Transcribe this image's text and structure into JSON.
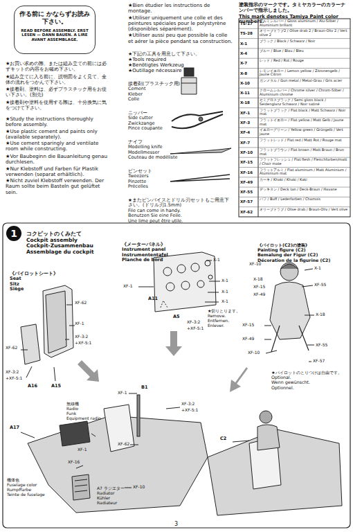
{
  "diagram": {
    "nodes": [
      {
        "text": [
          "作る前に かならずお読み下さい。",
          "READ BEFORE ASSEMBLY. ERST LESEN — DANN BAUEN. A LIRE AVANT ASSEMBLAGE."
        ]
      },
      {
        "text": [
          "1"
        ]
      }
    ],
    "labels": [
      "★お買い求めの際、または組み立ての前には必ずキットの内容をお確め下さい。",
      "★組み立てに入る前に、説明図をよく見て、全体の流れをつかんで下さい。",
      "★接着剤、塗料は、必ずプラスチック用をお使い下さい。(別売)",
      "★接着剤や塗料を使用する際は、十分換気に気をつけて下さい。",
      "★Study the instructions thoroughly before assembly.",
      "★Use plastic cement and paints only (available separately).",
      "★Use cement sparingly and ventilate room while constructing.",
      "★Vor Baubeginn die Bauanleitung genau durchlesen.",
      "★Nur Klebstoff und Farben für Plastik verwenden (separat erhältlich).",
      "★Nicht zuviel Klebstoff verwenden. Der Raum sollte beim Basteln gut gelüftet sein.",
      "★Bien étudier les instructions de montage.",
      "★Utiliser uniquement une colle et des peintures spéciales pour le polystyrène (disponibles séparément).",
      "★Utiliser aussi peu que possible la colle et aérer la pièce pendant sa construction.",
      "★下記の工具を用意して下さい。",
      "★Tools required",
      "★Benötigtes Werkzeug",
      "★Outillage nécessaire",
      "接着剤(プラスチック用)",
      "Cement",
      "Kleber",
      "Colle",
      "ニッパー",
      "Side cutter",
      "Zwickzange",
      "Pince coupante",
      "ナイフ",
      "Modelling knife",
      "Modellmesser",
      "Couteau de modéliste",
      "ピンセット",
      "Tweezers",
      "Pinzette",
      "Précelles",
      "★またピンバイスとドリル刃セットもご用意下さい。(ドリル刃1.5mm)",
      "File can come in handy.",
      "Benutzen Sie eine Feile.",
      "Une lime peut être utile.",
      "塗装指示のマークです。タミヤカラーのカラーナンバーで指示しました。",
      "This mark denotes Tamiya Paint color numbers.",
      "TS-17",
      "アルミシルバー / Gloss aluminum / Alu-Silber / Aluminium brillant",
      "TS-28",
      "オリーブドラブ2 / Olive drab 2 / Braun-Oliv 2 / Vert olive 2",
      "X-1",
      "ブラック / Black / Schwarz / Noir",
      "X-4",
      "ブルー / Blue / Blau / Bleu",
      "X-7",
      "レッド / Red / Rot / Rouge",
      "X-8",
      "レモンイエロー / Lemon yellow / Zitronengelb / Jaune Citron",
      "X-10",
      "ガンメタル / Gun metal / Metal-Grau / Gris acier",
      "X-11",
      "クロームシルバー / Chrome silver / Chrom-Silber / Aluminium chromé",
      "X-18",
      "セミグロスブラック / Semi gloss black / Seidenglanz Schwarz / Noir satiné",
      "XF-1",
      "フラットブラック / Flat black / Matt Schwarz / Noir mat",
      "XF-3",
      "フラットイエロー / Flat yellow / Matt Gelb / Jaune mat",
      "XF-4",
      "イエローグリーン / Yellow green / Grüngelb / Vert jaune",
      "XF-7",
      "フラットレッド / Flat red / Matt Rot / Rouge mat",
      "XF-10",
      "フラットブラウン / Flat brown / Matt Braun / Brun mat",
      "XF-15",
      "フラットフレッシュ / Flat flesh / Fleischfarben/matt / Chair mate",
      "XF-16",
      "フラットアルミ / Flat aluminum / Matt Aluminium / Aluminium mat",
      "XF-49",
      "カーキ / Khaki / Khaki / Kaki",
      "XF-55",
      "デッキタン / Deck tan / Deck-Braun / Havane",
      "XF-57",
      "バフ / Buff / Lederfarben / Chamois",
      "XF-62",
      "オリーブドラブ / Olive drab / Braun-Oliv / Vert olive",
      "コクピットのくみたて",
      "Cockpit assembly",
      "Cockpit-Zusammenbau",
      "Assemblage du cockpit",
      "《パイロットシート》",
      "Seat",
      "Sitz",
      "Siège",
      "《メーターパネル》",
      "Instrument panel",
      "Instrumententafel",
      "Planche de bord",
      "《パイロット(C2)の塗装》",
      "Painting figure (C2)",
      "Bemalung der Figur (C2)",
      "Décoration de la figurine (C2)",
      "XF-62",
      "XF-1",
      "XF-3:2",
      "+XF-5:1",
      "XF-62",
      "XF-3:2",
      "+XF-5:1",
      "A16",
      "A15",
      "A11",
      "A5",
      "XF-1",
      "X-1",
      "X-1",
      "X-1",
      "X-1",
      "XF-3:2",
      "+XF-5:1",
      "★切りとります。",
      "Remove.",
      "Entfernen.",
      "Enlever.",
      "XF-10",
      "X-18",
      "XF-15",
      "XF-49",
      "X-1",
      "XF-55",
      "X-18",
      "XF-15",
      "XF-49",
      "XF-10",
      "XF-55",
      "XF-57",
      "★パイロットのとりつけは自由です。",
      "Optional.",
      "Wenn gewünscht.",
      "Optionnel.",
      "B1",
      "XF-1",
      "無線機",
      "Radio",
      "Funk",
      "Equipment radio",
      "XF-1",
      "XF-3:2",
      "+XF-5:1",
      "A17",
      "XF-62",
      "XF-16",
      "機体色",
      "Fuselage color",
      "Rumpffarbe",
      "Teinte de fuselage",
      "A7 ラジエター",
      "Radiator",
      "Kühler",
      "Radiateur",
      "XF-10",
      "C2",
      "3"
    ]
  }
}
